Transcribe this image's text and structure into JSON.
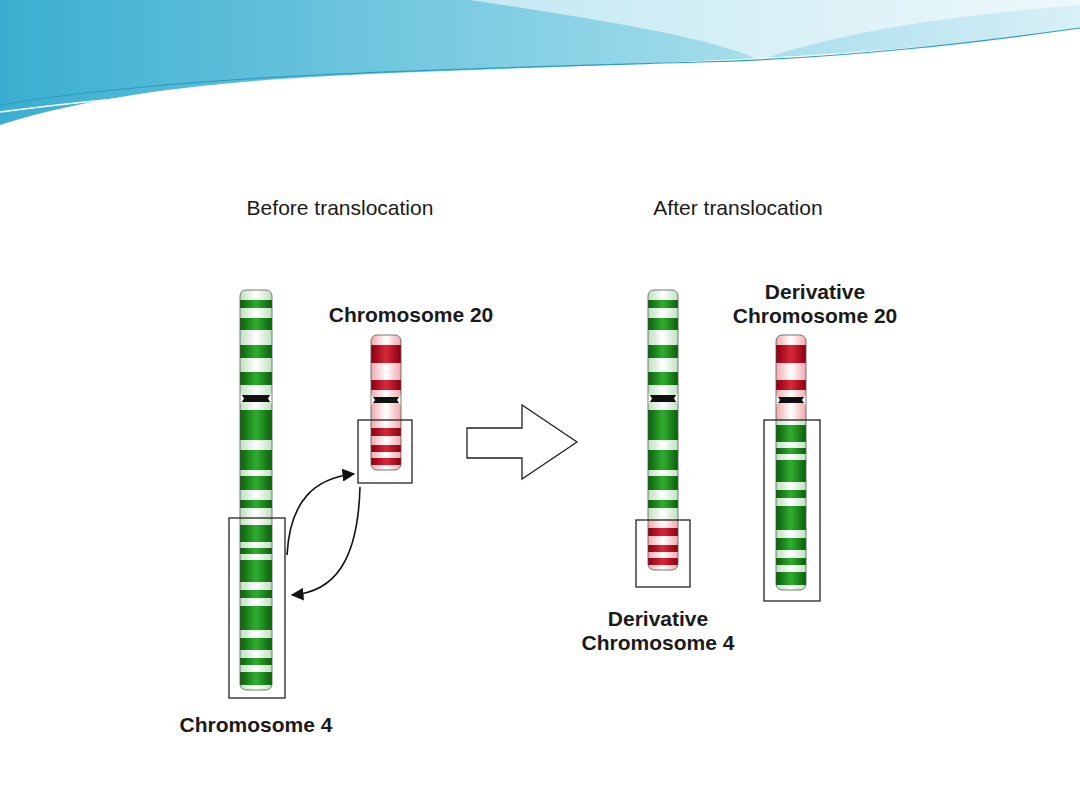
{
  "diagram": {
    "labels": [
      "Before translocation",
      "After translocation",
      "Chromosome 20",
      "Derivative Chromosome 20",
      "Derivative Chromosome 4",
      "Chromosome 4"
    ]
  }
}
